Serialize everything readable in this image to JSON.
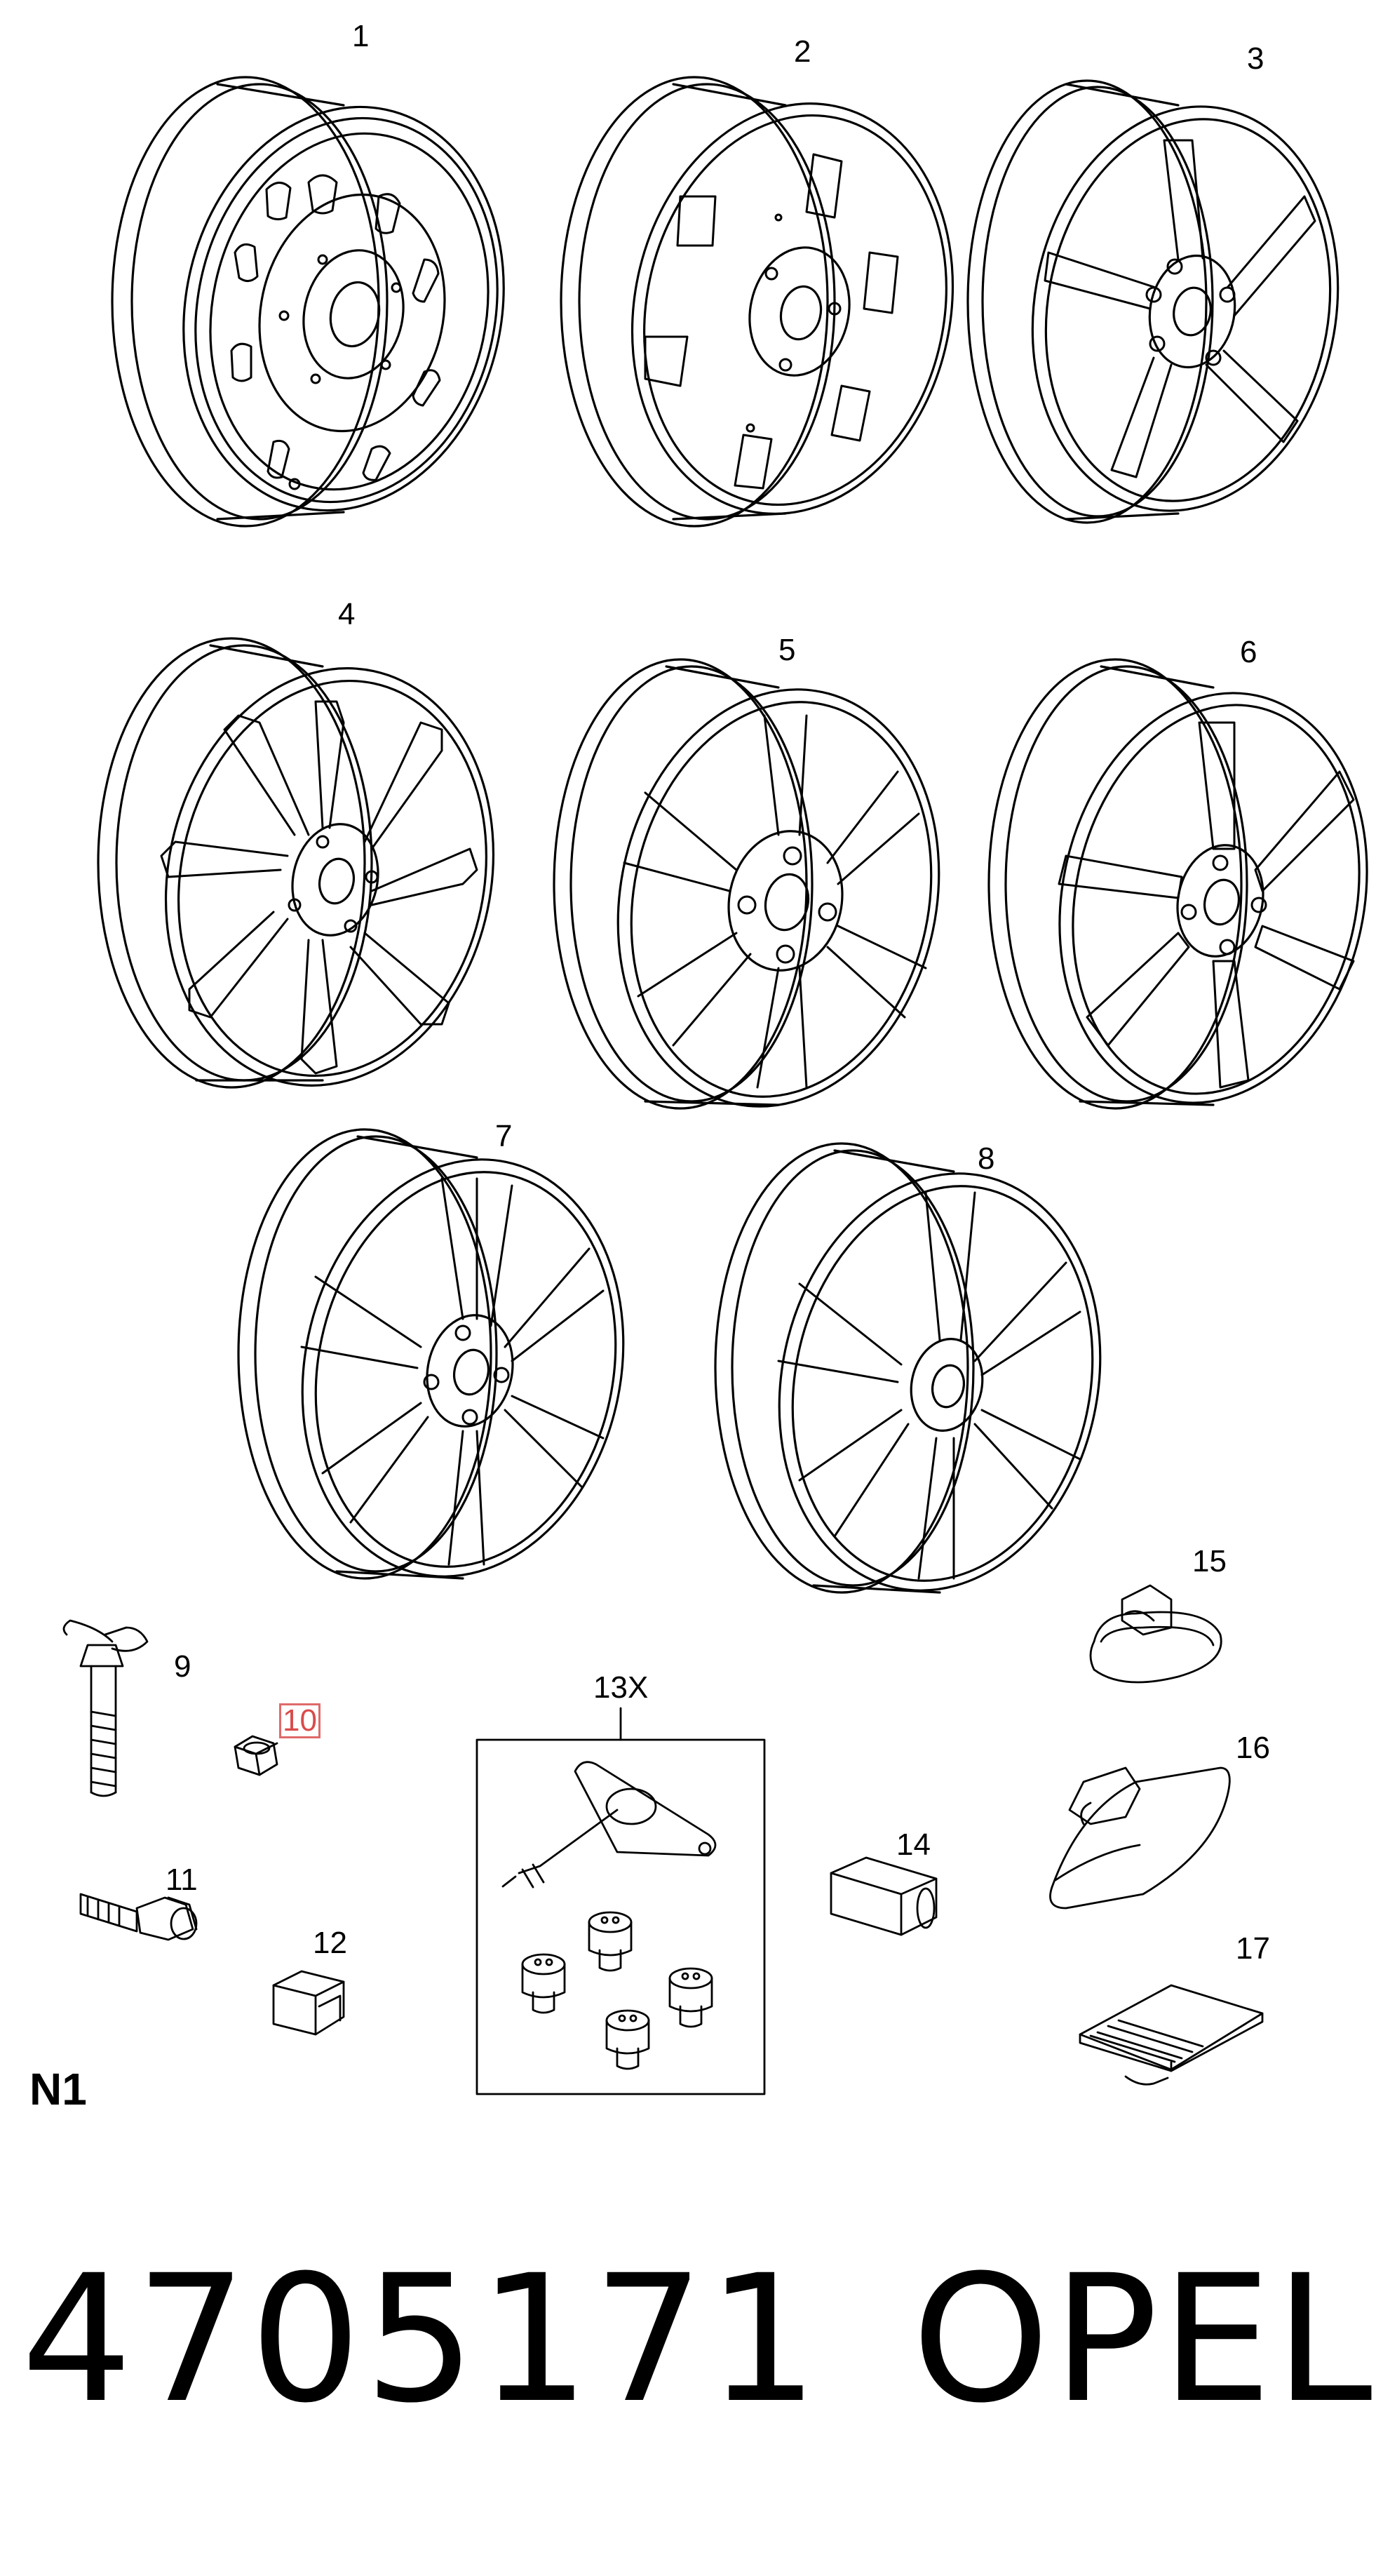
{
  "callouts": {
    "c1": "1",
    "c2": "2",
    "c3": "3",
    "c4": "4",
    "c5": "5",
    "c6": "6",
    "c7": "7",
    "c8": "8",
    "c9": "9",
    "c10": "10",
    "c11": "11",
    "c12": "12",
    "c13": "13X",
    "c14": "14",
    "c15": "15",
    "c16": "16",
    "c17": "17"
  },
  "highlighted_callout": "10",
  "group_code": "N1",
  "part_number": "4705171",
  "brand": "OPEL",
  "colors": {
    "line": "#000000",
    "highlight": "#e06a6a"
  }
}
